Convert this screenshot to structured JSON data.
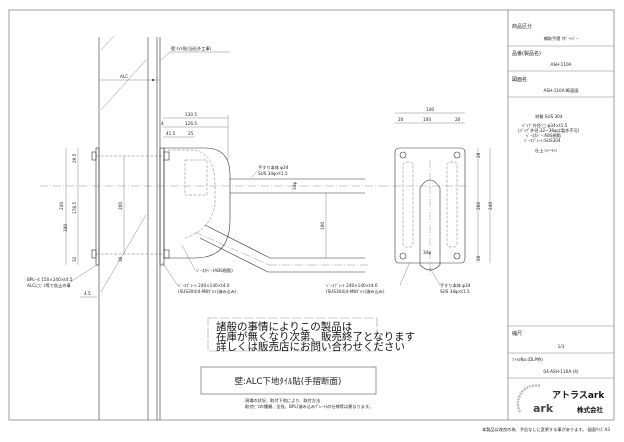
{
  "title_block": {
    "category_label": "商品区分",
    "category_value": "補助手摺 ｻﾎﾟｰﾄﾊﾞｰ",
    "part_no_label": "品番(製品名)",
    "part_no_value": "ASH-110A",
    "drawing_name_label": "図面名",
    "drawing_name_value": "ASH-110A:断面図",
    "spec": [
      "材質:SUS 304",
      "ﾊﾟｲﾌﾟ外径:□ φ34×t1.5",
      "(ﾊﾟｲﾌﾟ外径:32~38φは製作不可)",
      "ﾍﾞｰｽｶﾊﾞｰ:ABS樹脂",
      "ﾍﾞｰｽﾌﾟﾚｰﾄ:SUS304",
      "仕上:ﾍｱｰﾗｲﾝ"
    ],
    "scale_label": "縮尺",
    "scale_value": "1/3",
    "file_no_label": "ﾌｧｲﾙNo.(DLP時)",
    "file_no_value": "04-ASH-110A-(4)",
    "company_name": "アトラスark",
    "company_suffix": "株式会社"
  },
  "drawing": {
    "wall_label": "壁:ﾀｲﾙ貼(当社外工事)",
    "alc_label": "ALC",
    "dims_top": [
      "130.5",
      "126.5",
      "41.5",
      "25",
      "4"
    ],
    "dims_left": [
      "240",
      "29.5",
      "178.5",
      "100",
      "32",
      "200",
      "30"
    ],
    "dim_thickness": "4.5",
    "dim_pipe": "34φ",
    "dim_100": "100",
    "handrail_label": "手すり本体 φ34",
    "handrail_spec": "SUS 34φ×t1.5",
    "base_cover_label": "ﾍﾞｰｽｶﾊﾞｰ(ABS樹脂)",
    "base_plate_label": "ﾍﾞｰｽﾌﾟﾚｰﾄ 240×140×t4.0",
    "base_plate_spec": "(SUS304)4-M8ﾎﾞﾙﾄ(溶み込み)",
    "bpl_label": "BPL-ｯt 150×240×t4.5",
    "bpl_note": "ALCにﾋﾞｽ等で仮止の事",
    "front_dims_top": [
      "140",
      "20",
      "100",
      "20"
    ],
    "front_dims_right": [
      "20",
      "200",
      "20",
      "240"
    ],
    "front_pipe_dim": "34φ"
  },
  "notice": [
    "諸般の事情によりこの製品は",
    "在庫が無くなり次第、販売終了となります",
    "詳しくは販売店にお問い合わせください"
  ],
  "caption": "壁:ALC下地ﾀｲﾙ貼(手摺断面)",
  "small_note": [
    "現場の状況、取付下地により、取付方法",
    "取付ﾋﾞｽの種類、全長、BPL(溶み込みﾌﾟﾚｰﾄ)の仕様等は異なります。"
  ],
  "footer": "本製品は改良の為、予告なしに変更する事があります。:図面ｻｲｽﾞA3"
}
